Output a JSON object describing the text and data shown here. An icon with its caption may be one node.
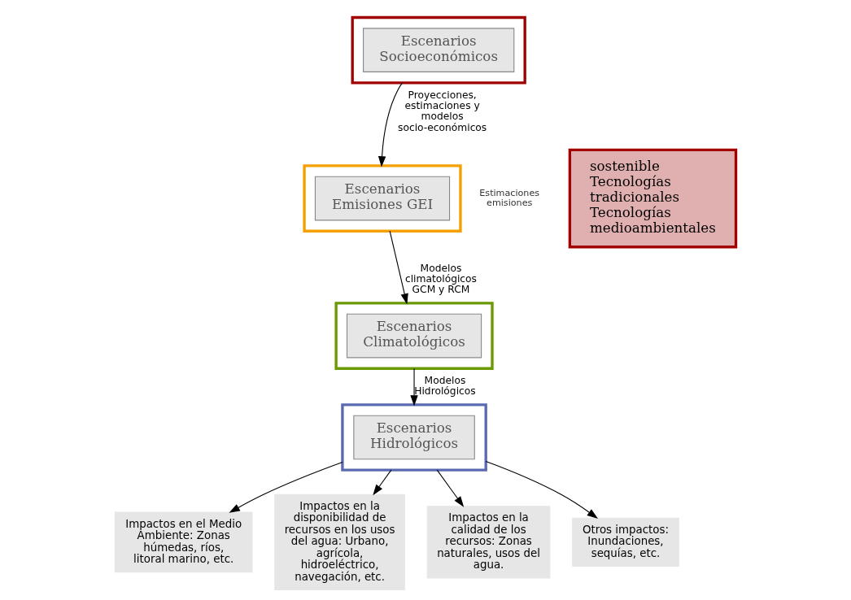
{
  "diagram": {
    "nodes": [
      {
        "text": [],
        "shape": "box"
      },
      {
        "text": [
          "Escenarios Socioeconómicos"
        ],
        "in": 0
      },
      {
        "text": [],
        "shape": "box"
      },
      {
        "text": [
          "Escenarios Emisiones GEI"
        ],
        "in": 2
      },
      {
        "text": [],
        "shape": "box"
      },
      {
        "text": [
          "Escenarios Climatológicos"
        ],
        "in": 4
      },
      {
        "text": [],
        "shape": "box"
      },
      {
        "text": [
          "Escenarios Hidrológicos"
        ],
        "in": 6
      },
      {
        "text": [
          "sostenible",
          "Tecnologías tradicionales",
          "Tecnologías medioambientales"
        ]
      },
      {
        "text": [
          "Impactos en el Medio Ambiente: Zonas húmedas, ríos, litoral marino, etc."
        ]
      },
      {
        "text": [
          "Impactos en la disponibilidad de recursos en los usos del agua: Urbano, agrícola, hidroeléctrico, navegación, etc."
        ]
      },
      {
        "text": [
          "Impactos en la calidad de los recursos: Zonas naturales, usos del agua."
        ]
      },
      {
        "text": [
          "Otros impactos: Inundaciones, sequías, etc."
        ]
      }
    ],
    "edges": [
      {
        "from": 1,
        "to": 3,
        "arrow": "to",
        "label": "Proyecciones, estimaciones y modelos socio-económicos"
      },
      {
        "from": 3,
        "to": 5,
        "arrow": "to",
        "label": "Modelos climatológicos GCM y RCM"
      },
      {
        "from": 5,
        "to": 7,
        "arrow": "to",
        "label": "Modelos Hidrológicos"
      },
      {
        "from": 7,
        "to": 9,
        "arrow": "to"
      },
      {
        "from": 7,
        "to": 10,
        "arrow": "to"
      },
      {
        "from": 7,
        "to": 11,
        "arrow": "to"
      },
      {
        "from": 7,
        "to": 12,
        "arrow": "to"
      }
    ],
    "labels": [
      "Estimaciones emisiones"
    ]
  }
}
